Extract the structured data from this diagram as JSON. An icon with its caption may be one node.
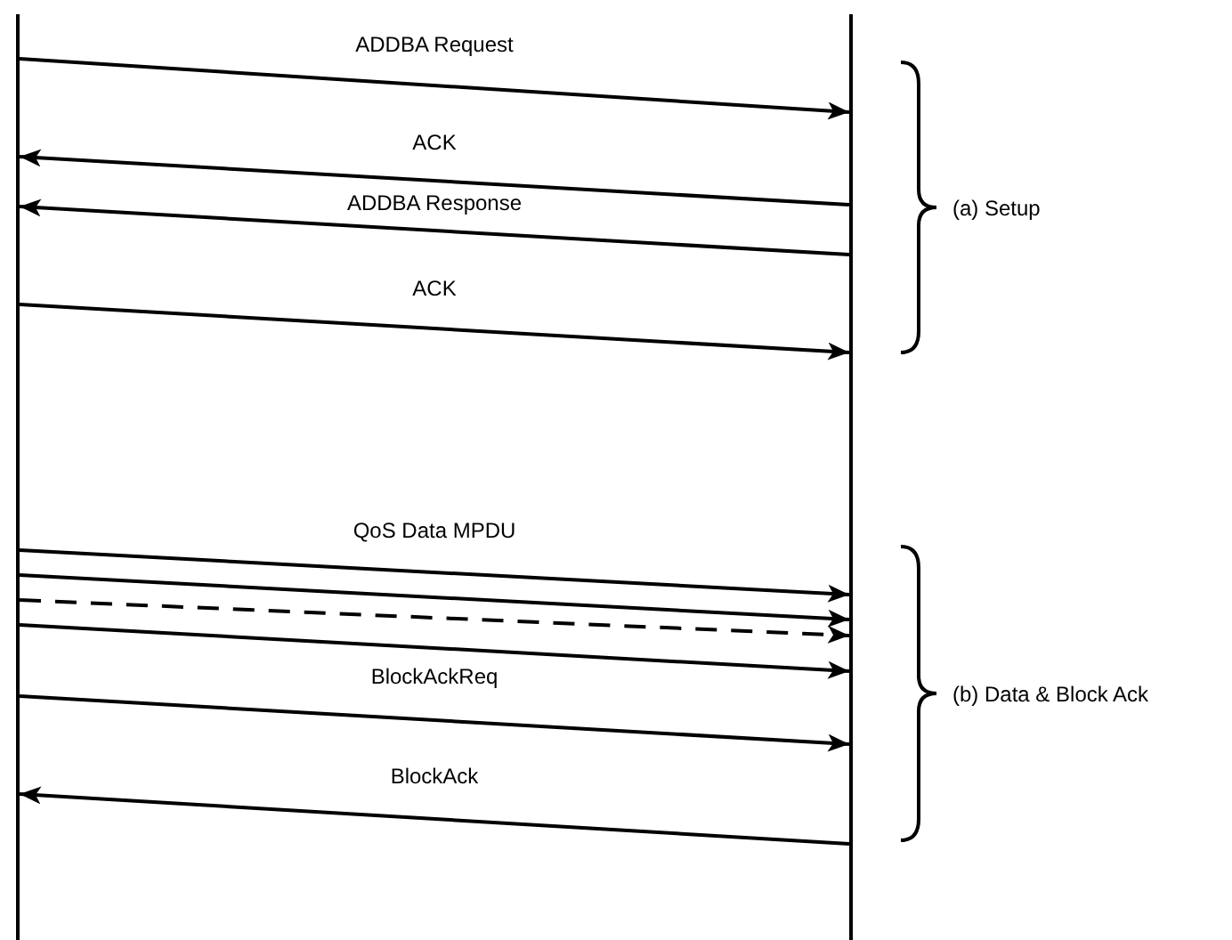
{
  "diagram": {
    "nodes": [
      {
        "text": [],
        "shape": "bar"
      },
      {
        "text": [],
        "shape": "bar"
      }
    ],
    "edges": [
      {
        "from": 0,
        "to": 1,
        "arrow": "to",
        "label": "ADDBA Request"
      },
      {
        "from": 1,
        "to": 0,
        "arrow": "to",
        "label": "ACK"
      },
      {
        "from": 1,
        "to": 0,
        "arrow": "to",
        "label": "ADDBA Response"
      },
      {
        "from": 0,
        "to": 1,
        "arrow": "to",
        "label": "ACK"
      },
      {
        "from": 0,
        "to": 1,
        "arrow": "to",
        "label": "QoS Data MPDU"
      },
      {
        "from": 0,
        "to": 1,
        "arrow": "to"
      },
      {
        "from": 0,
        "to": 1,
        "arrow": "to",
        "style": "dashed"
      },
      {
        "from": 0,
        "to": 1,
        "arrow": "to"
      },
      {
        "from": 0,
        "to": 1,
        "arrow": "to",
        "label": "BlockAckReq"
      },
      {
        "from": 1,
        "to": 0,
        "arrow": "to",
        "label": "BlockAck"
      }
    ],
    "labels": [
      "(a) Setup",
      "(b) Data & Block Ack"
    ]
  }
}
